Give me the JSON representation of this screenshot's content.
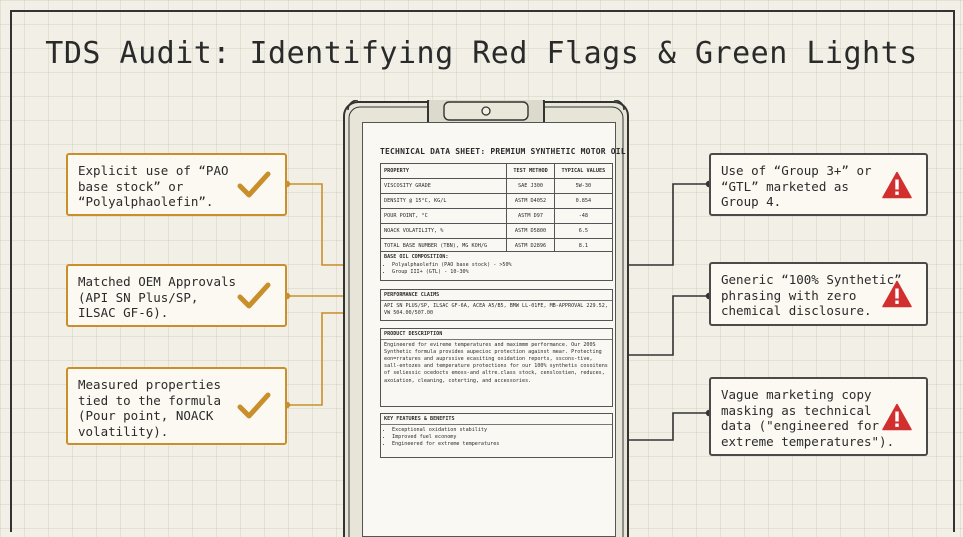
{
  "title": "TDS Audit: Identifying Red Flags & Green Lights",
  "left_cards": [
    {
      "text": "Explicit use of “PAO\nbase stock” or\n“Polyalphaolefin”.",
      "icon": "check-icon"
    },
    {
      "text": "Matched OEM Approvals\n(API SN Plus/SP,\nILSAC GF-6).",
      "icon": "check-icon"
    },
    {
      "text": "Measured properties\ntied to the formula\n(Pour point, NOACK\nvolatility).",
      "icon": "check-icon"
    }
  ],
  "right_cards": [
    {
      "text": "Use of “Group 3+” or\n“GTL” marketed as\nGroup 4.",
      "icon": "warning-icon"
    },
    {
      "text": "Generic “100% Synthetic”\nphrasing with zero\nchemical disclosure.",
      "icon": "warning-icon"
    },
    {
      "text": "Vague marketing copy\nmasking as technical\ndata (\"engineered for\nextreme temperatures\").",
      "icon": "warning-icon"
    }
  ],
  "sheet": {
    "title": "TECHNICAL DATA SHEET: PREMIUM SYNTHETIC MOTOR OIL",
    "table": {
      "headers": [
        "PROPERTY",
        "TEST METHOD",
        "TYPICAL VALUES"
      ],
      "rows": [
        [
          "VISCOSITY GRADE",
          "SAE J300",
          "5W-30"
        ],
        [
          "DENSITY @ 15°C, KG/L",
          "ASTM D4052",
          "0.854"
        ],
        [
          "POUR POINT, °C",
          "ASTM D97",
          "-48"
        ],
        [
          "NOACK VOLATILITY, %",
          "ASTM D5800",
          "6.5"
        ],
        [
          "TOTAL BASE NUMBER (TBN), MG KOH/G",
          "ASTM D2896",
          "8.1"
        ]
      ]
    },
    "base_oil": {
      "heading": "BASE OIL COMPOSITION:",
      "items": [
        "Polyalphaolefin (PAO base stock) - >50%",
        "Group III+ (GTL) - 10-30%"
      ]
    },
    "performance": {
      "heading": "PERFORMANCE CLAIMS",
      "text": "API SN PLUS/SP, ILSAC GF-6A, ACEA A5/B5, BMW LL-01FE, MB-APPROVAL 229.52, VW 504.00/507.00"
    },
    "description": {
      "heading": "PRODUCT DESCRIPTION",
      "text": "Engineered for evireme temperatures and maximmm performance. Our 200S Synthetic formula provides aupecioc protection against mear. Protecting eon=rratures and auprssive ecasiting oxidation reports, sscons-tive, sall-entozes and temperature protections for our 100% synthetis cosoitens of seliessic ocedocts emoss-and altre.class stock, censlostien, reduces, axoiation, cleaning, coterting, and accessories."
    },
    "features": {
      "heading": "KEY FEATURES & BENEFITS",
      "items": [
        "Exceptional oxidation stability",
        "Improved fuel economy",
        "Engineered for extreme temperatures"
      ]
    }
  },
  "colors": {
    "green_accent": "#c98f2a",
    "red_warning": "#d22f2f",
    "connector_right": "#333333"
  }
}
